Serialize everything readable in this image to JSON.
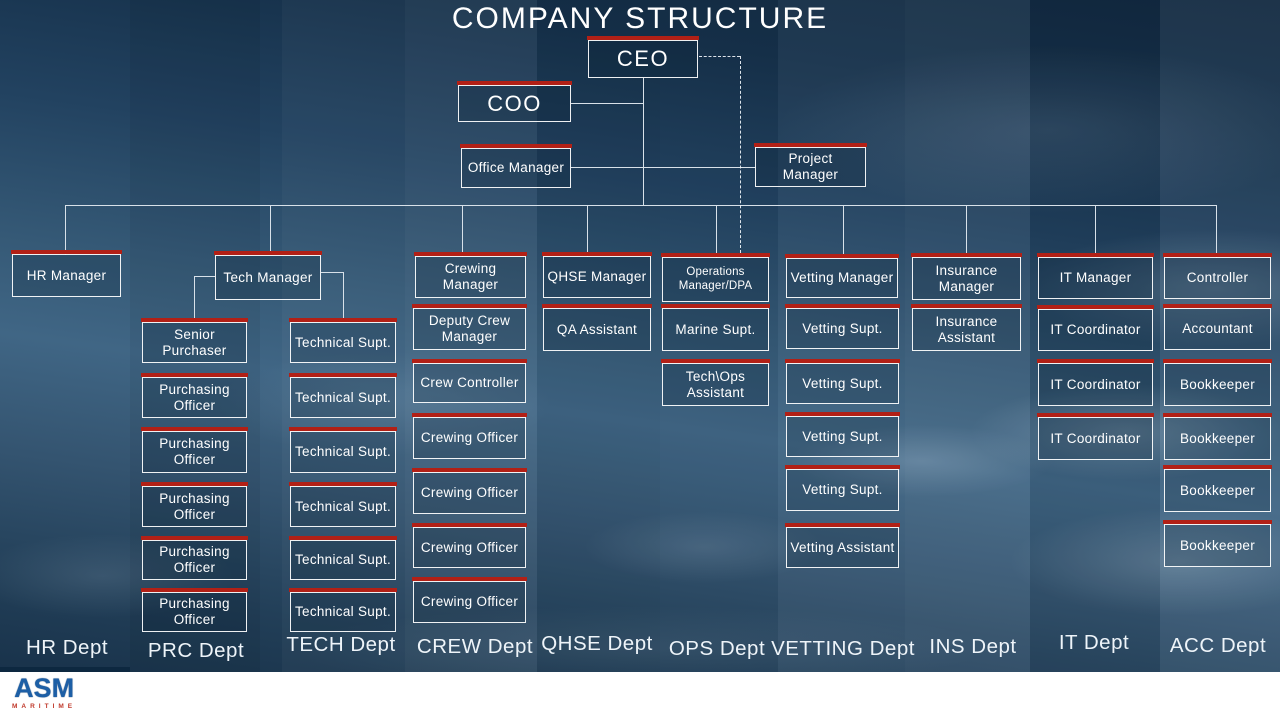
{
  "title": "COMPANY STRUCTURE",
  "top": {
    "ceo": "CEO",
    "coo": "COO",
    "office_manager": "Office Manager",
    "project_manager": "Project Manager",
    "tech_manager": "Tech Manager"
  },
  "columns": [
    {
      "dept": "HR Dept",
      "head": "HR Manager",
      "staff": []
    },
    {
      "dept": "PRC Dept",
      "head": null,
      "staff": [
        "Senior Purchaser",
        "Purchasing Officer",
        "Purchasing Officer",
        "Purchasing Officer",
        "Purchasing Officer",
        "Purchasing Officer"
      ]
    },
    {
      "dept": "TECH Dept",
      "head": null,
      "staff": [
        "Technical Supt.",
        "Technical Supt.",
        "Technical Supt.",
        "Technical Supt.",
        "Technical Supt.",
        "Technical Supt."
      ]
    },
    {
      "dept": "CREW Dept",
      "head": "Crewing Manager",
      "staff": [
        "Deputy Crew Manager",
        "Crew Controller",
        "Crewing Officer",
        "Crewing Officer",
        "Crewing Officer",
        "Crewing Officer"
      ]
    },
    {
      "dept": "QHSE Dept",
      "head": "QHSE Manager",
      "staff": [
        "QA Assistant"
      ]
    },
    {
      "dept": "OPS  Dept",
      "head": "Operations Manager/DPA",
      "staff": [
        "Marine Supt.",
        "Tech\\Ops Assistant"
      ]
    },
    {
      "dept": "VETTING Dept",
      "head": "Vetting Manager",
      "staff": [
        "Vetting Supt.",
        "Vetting Supt.",
        "Vetting Supt.",
        "Vetting Supt.",
        "Vetting Assistant"
      ]
    },
    {
      "dept": "INS Dept",
      "head": "Insurance Manager",
      "staff": [
        "Insurance Assistant"
      ]
    },
    {
      "dept": "IT Dept",
      "head": "IT Manager",
      "staff": [
        "IT Coordinator",
        "IT Coordinator",
        "IT Coordinator"
      ]
    },
    {
      "dept": "ACC Dept",
      "head": "Controller",
      "staff": [
        "Accountant",
        "Bookkeeper",
        "Bookkeeper",
        "Bookkeeper",
        "Bookkeeper"
      ]
    }
  ],
  "logo": {
    "name": "ASM",
    "tagline": "MARITIME"
  },
  "colors": {
    "accent_red": "#b22016",
    "connector": "#d8e1e9",
    "box_border": "#ffffff"
  }
}
